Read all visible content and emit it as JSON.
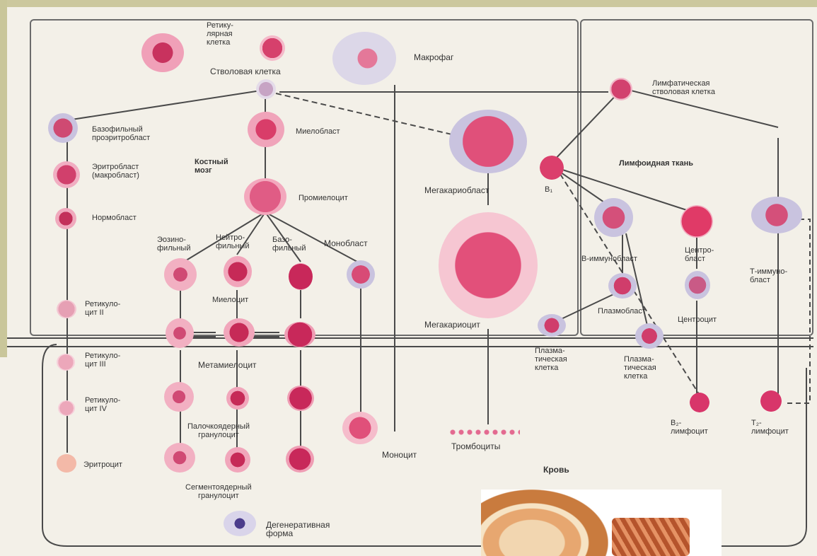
{
  "labels": {
    "reticular_cell": "Ретику-\nлярная\nклетка",
    "stem_cell": "Стволовая клетка",
    "macrophage": "Макрофаг",
    "lymph_stem": "Лимфатическая\nстволовая клетка",
    "baso_proeryth": "Базофильный\nпроэритробласт",
    "myeloblast": "Миелобласт",
    "bone_marrow": "Костный\nмозг",
    "erythroblast": "Эритробласт\n(макробласт)",
    "normoblast": "Нормобласт",
    "promyelocyte": "Промиелоцит",
    "megakaryoblast": "Мегакариобласт",
    "b1": "B₁",
    "lymphoid_tissue": "Лимфоидная ткань",
    "eosino": "Эозино-\nфильный",
    "neutro": "Нейтро-\nфильный",
    "baso": "Базо-\nфильный",
    "monoblast": "Монобласт",
    "b_immunoblast": "В-иммунобласт",
    "centroblast": "Центро-\nбласт",
    "t_immunoblast": "Т-иммуно-\nбласт",
    "myelocyte": "Миелоцит",
    "reticulocyte2": "Ретикуло-\nцит II",
    "plasmoblast": "Плазмобласт",
    "centrocyte": "Центроцит",
    "megakaryocyte": "Мегакариоцит",
    "reticulocyte3": "Ретикуло-\nцит III",
    "metamyelocyte": "Метамиелоцит",
    "plasma_cell_1": "Плазма-\nтическая\nклетка",
    "plasma_cell_2": "Плазма-\nтическая\nклетка",
    "reticulocyte4": "Ретикуло-\nцит IV",
    "band_granulocyte": "Палочкоядерный\nгранулоцит",
    "b2_lymphocyte": "B₂-\nлимфоцит",
    "t2_lymphocyte": "T₂-\nлимфоцит",
    "monocyte": "Моноцит",
    "thrombocytes": "Тромбоциты",
    "erythrocyte": "Эритроцит",
    "blood": "Кровь",
    "segmented_granulocyte": "Сегментоядерный\nгранулоцит",
    "degenerative_form": "Дегенеративная\nформа"
  },
  "colors": {
    "cell_pink": "#e0507a",
    "cell_dark": "#c8325e",
    "cytoplasm_blue": "#c9c3df",
    "line": "#4a4a4a"
  }
}
